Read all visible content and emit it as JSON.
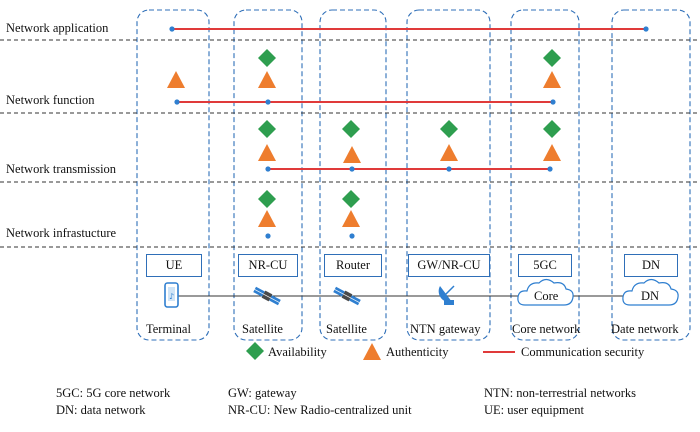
{
  "layers": [
    {
      "id": "app",
      "label": "Network application"
    },
    {
      "id": "func",
      "label": "Network function"
    },
    {
      "id": "trans",
      "label": "Network transmission"
    },
    {
      "id": "infra",
      "label": "Network infrastucture"
    }
  ],
  "columns": [
    {
      "id": "terminal",
      "box_label": "UE",
      "caption": "Terminal",
      "device": "phone-icon"
    },
    {
      "id": "sat1",
      "box_label": "NR-CU",
      "caption": "Satellite",
      "device": "satellite-icon"
    },
    {
      "id": "sat2",
      "box_label": "Router",
      "caption": "Satellite",
      "device": "satellite-icon"
    },
    {
      "id": "ntn",
      "box_label": "GW/NR-CU",
      "caption": "NTN gateway",
      "device": "dish-icon"
    },
    {
      "id": "core",
      "box_label": "5GC",
      "caption": "Core network",
      "device": "cloud-icon",
      "device_label": "Core"
    },
    {
      "id": "dn",
      "box_label": "DN",
      "caption": "Date network",
      "device": "cloud-icon",
      "device_label": "DN"
    }
  ],
  "legend": {
    "availability": "Availability",
    "authenticity": "Authenticity",
    "security": "Communication security"
  },
  "abbreviations": {
    "left": [
      "5GC: 5G core network",
      "DN: data network"
    ],
    "mid": [
      "GW: gateway",
      "NR-CU: New Radio-centralized unit"
    ],
    "right": [
      "NTN: non-terrestrial networks",
      "UE: user equipment"
    ]
  },
  "colors": {
    "dash": "#2f6fb8",
    "security": "#e03a3a",
    "availability": "#2e9e4f",
    "authenticity": "#ee7d2e",
    "node": "#2f7fd0"
  }
}
